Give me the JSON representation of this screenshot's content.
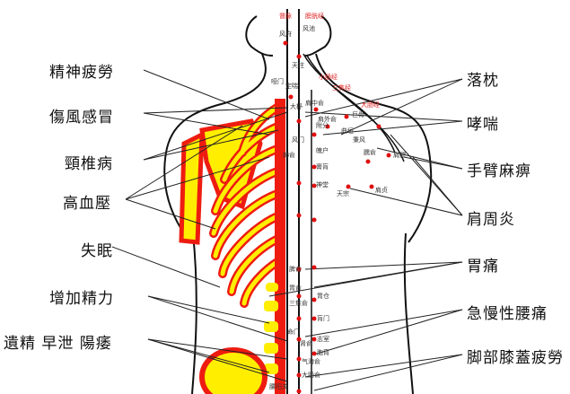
{
  "left_labels": [
    "精神疲勞",
    "傷風感冒",
    "頸椎病",
    "高血壓",
    "失眠",
    "增加精力",
    "遺精 早泄 陽痿"
  ],
  "right_labels": [
    "落枕",
    "哮喘",
    "手臂麻痹",
    "肩周炎",
    "胃痛",
    "急慢性腰痛",
    "脚部膝蓋疲勞"
  ],
  "meridians": [
    "督脉",
    "膀胱经",
    "小肠经",
    "三焦经",
    "大肠经"
  ],
  "points": [
    "风府",
    "风池",
    "天柱",
    "哑门",
    "定喘",
    "肩中俞",
    "大杼",
    "肩外俞",
    "曲垣",
    "巨骨",
    "风门",
    "附分",
    "秉风",
    "肩髎",
    "肺俞",
    "魄户",
    "臑俞",
    "天宗",
    "肩贞",
    "膏肓",
    "神堂",
    "脾俞",
    "胃俞",
    "胃仓",
    "三焦俞",
    "肓门",
    "命门",
    "肾俞",
    "志室",
    "腰阳关",
    "气海俞",
    "大肠俞",
    "胞肓"
  ],
  "colors": {
    "bone_fill": "#ffee00",
    "bone_edge": "#ee1c10",
    "point": "#e01010"
  }
}
